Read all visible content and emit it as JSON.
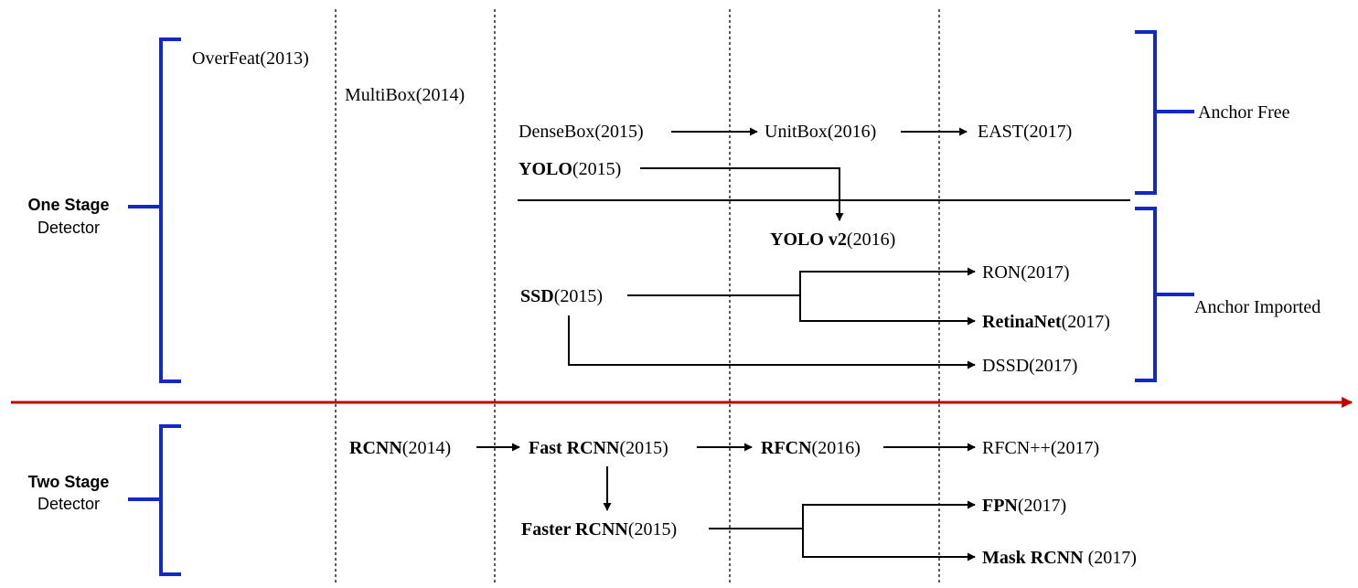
{
  "one_stage": {
    "title": "One Stage",
    "subtitle": "Detector"
  },
  "two_stage": {
    "title": "Two Stage",
    "subtitle": "Detector"
  },
  "anchor_free": "Anchor Free",
  "anchor_imported": "Anchor Imported",
  "nodes": {
    "overfeat": {
      "name": "OverFeat",
      "year": "(2013)"
    },
    "multibox": {
      "name": "MultiBox",
      "year": "(2014)"
    },
    "densebox": {
      "name": "DenseBox",
      "year": "(2015)"
    },
    "unitbox": {
      "name": "UnitBox",
      "year": "(2016)"
    },
    "east": {
      "name": "EAST",
      "year": "(2017)"
    },
    "yolo": {
      "name": "YOLO",
      "year": "(2015)"
    },
    "yolov2": {
      "name": "YOLO v2",
      "year": "(2016)"
    },
    "ssd": {
      "name": "SSD",
      "year": "(2015)"
    },
    "ron": {
      "name": "RON",
      "year": "(2017)"
    },
    "retinanet": {
      "name": "RetinaNet",
      "year": "(2017)"
    },
    "dssd": {
      "name": "DSSD",
      "year": "(2017)"
    },
    "rcnn": {
      "name": "RCNN",
      "year": "(2014)"
    },
    "fastrcnn": {
      "name": "Fast RCNN",
      "year": "(2015)"
    },
    "rfcn": {
      "name": "RFCN",
      "year": "(2016)"
    },
    "rfcnpp": {
      "name": "RFCN++",
      "year": "(2017)"
    },
    "fasterrcnn": {
      "name": "Faster RCNN",
      "year": "(2015)"
    },
    "fpn": {
      "name": "FPN",
      "year": "(2017)"
    },
    "maskrcnn": {
      "name": "Mask RCNN",
      "year": " (2017)"
    }
  },
  "colors": {
    "brace": "#1428c8",
    "divider": "#c00000",
    "line": "#000000"
  }
}
